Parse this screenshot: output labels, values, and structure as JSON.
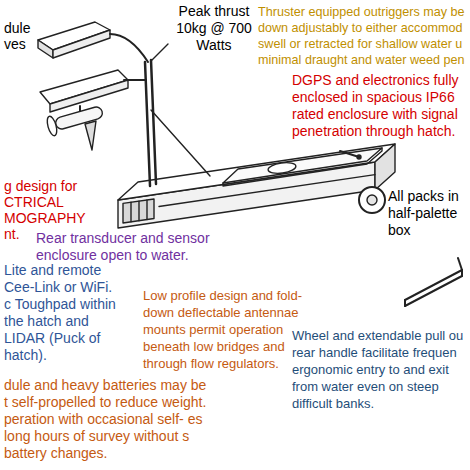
{
  "diagram": {
    "labels": [
      "dule ves",
      "Peak thrust 10kg @ 700 Watts",
      "Thruster equipped outriggers may be down adjustably to either accommod swell or retracted for shallow water u minimal draught and water weed pen",
      "DGPS and electronics fully enclosed in spacious IP66 rated enclosure with signal penetration through hatch.",
      "g design for CTRICAL MOGRAPHY nt.",
      "All packs in half-palette box",
      "Rear transducer and sensor enclosure open to water.",
      "Lite and remote Cee-Link or WiFi. c Toughpad within the hatch and LIDAR (Puck of hatch).",
      "Low profile design and fold-down deflectable antennae mounts permit operation beneath low bridges and through flow regulators.",
      "Wheel and extendable pull ou rear handle facilitate frequen ergonomic entry to and exit from water even on steep difficult banks.",
      "dule and heavy batteries may be t self-propelled to reduce weight. peration with occasional self- es long hours of survey without s battery changes."
    ]
  }
}
